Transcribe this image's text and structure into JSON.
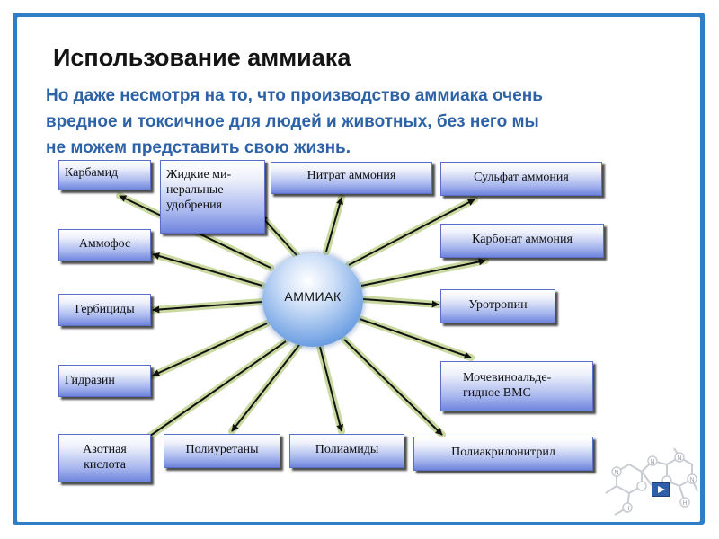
{
  "slide": {
    "title": "Использование аммиака",
    "subtitle_lines": [
      "Но даже несмотря на то, что производство аммиака очень",
      "вредное и токсичное для людей и животных, без него мы",
      "не можем представить свою жизнь."
    ]
  },
  "diagram": {
    "center": "АММИАК",
    "nodes": [
      {
        "id": "karbamid",
        "lines": [
          "Карбамид"
        ]
      },
      {
        "id": "liquid-fertilizers",
        "lines": [
          "Жидкие ми-",
          "неральные",
          "удобрения"
        ]
      },
      {
        "id": "ammonium-nitrate",
        "lines": [
          "Нитрат аммония"
        ]
      },
      {
        "id": "ammonium-sulfate",
        "lines": [
          "Сульфат аммония"
        ]
      },
      {
        "id": "ammofos",
        "lines": [
          "Аммофос"
        ]
      },
      {
        "id": "ammonium-carbonate",
        "lines": [
          "Карбонат аммония"
        ]
      },
      {
        "id": "herbicides",
        "lines": [
          "Гербициды"
        ]
      },
      {
        "id": "urotropin",
        "lines": [
          "Уротропин"
        ]
      },
      {
        "id": "hydrazine",
        "lines": [
          "Гидразин"
        ]
      },
      {
        "id": "urea-formaldehyde",
        "lines": [
          "Мочевиноальде-",
          "гидное ВМС"
        ]
      },
      {
        "id": "nitric-acid",
        "lines": [
          "Азотная",
          "кислота"
        ]
      },
      {
        "id": "polyurethanes",
        "lines": [
          "Полиуретаны"
        ]
      },
      {
        "id": "polyamides",
        "lines": [
          "Полиамиды"
        ]
      },
      {
        "id": "polyacrylonitrile",
        "lines": [
          "Полиакрилонитрил"
        ]
      }
    ],
    "arrow_color": "#111111",
    "glow_color": "#c9d9a0",
    "box_border_color": "#5a6fc8"
  },
  "decoration": {
    "molecule_labels": [
      "N",
      "N",
      "N",
      "N",
      "H",
      "H"
    ],
    "nav_icon": "play-next-icon"
  }
}
